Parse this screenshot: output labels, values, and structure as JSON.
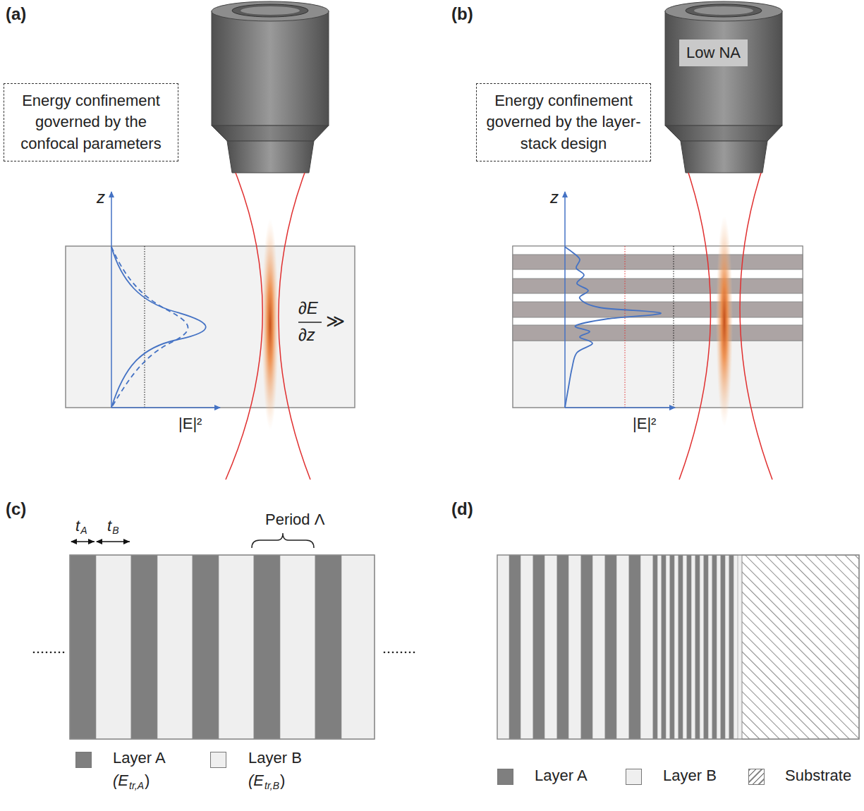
{
  "diagram": {
    "nodes": [
      {
        "text": [
          "Energy confinement governed by the confocal parameters"
        ]
      },
      {
        "text": [
          "Energy confinement governed by the layer-stack design"
        ]
      },
      {
        "text": [
          "Low NA"
        ]
      }
    ],
    "labels": [
      "(a)",
      "z",
      "|E|²",
      "∂E",
      "∂z",
      "≫",
      "(b)",
      "z",
      "|E|²",
      "(c)",
      "t",
      "A",
      "t",
      "B",
      "Period Λ",
      "(E",
      "tr,A",
      ")",
      "(E",
      "tr,B",
      ")",
      "(d)"
    ],
    "legend": [
      {
        "text": "Layer A",
        "color": "#7f7f7f"
      },
      {
        "text": "Layer B",
        "color": "#efefef"
      },
      {
        "text": "Layer A",
        "color": "#7f7f7f"
      },
      {
        "text": "Layer B",
        "color": "#efefef"
      },
      {
        "text": "Substrate"
      }
    ]
  }
}
